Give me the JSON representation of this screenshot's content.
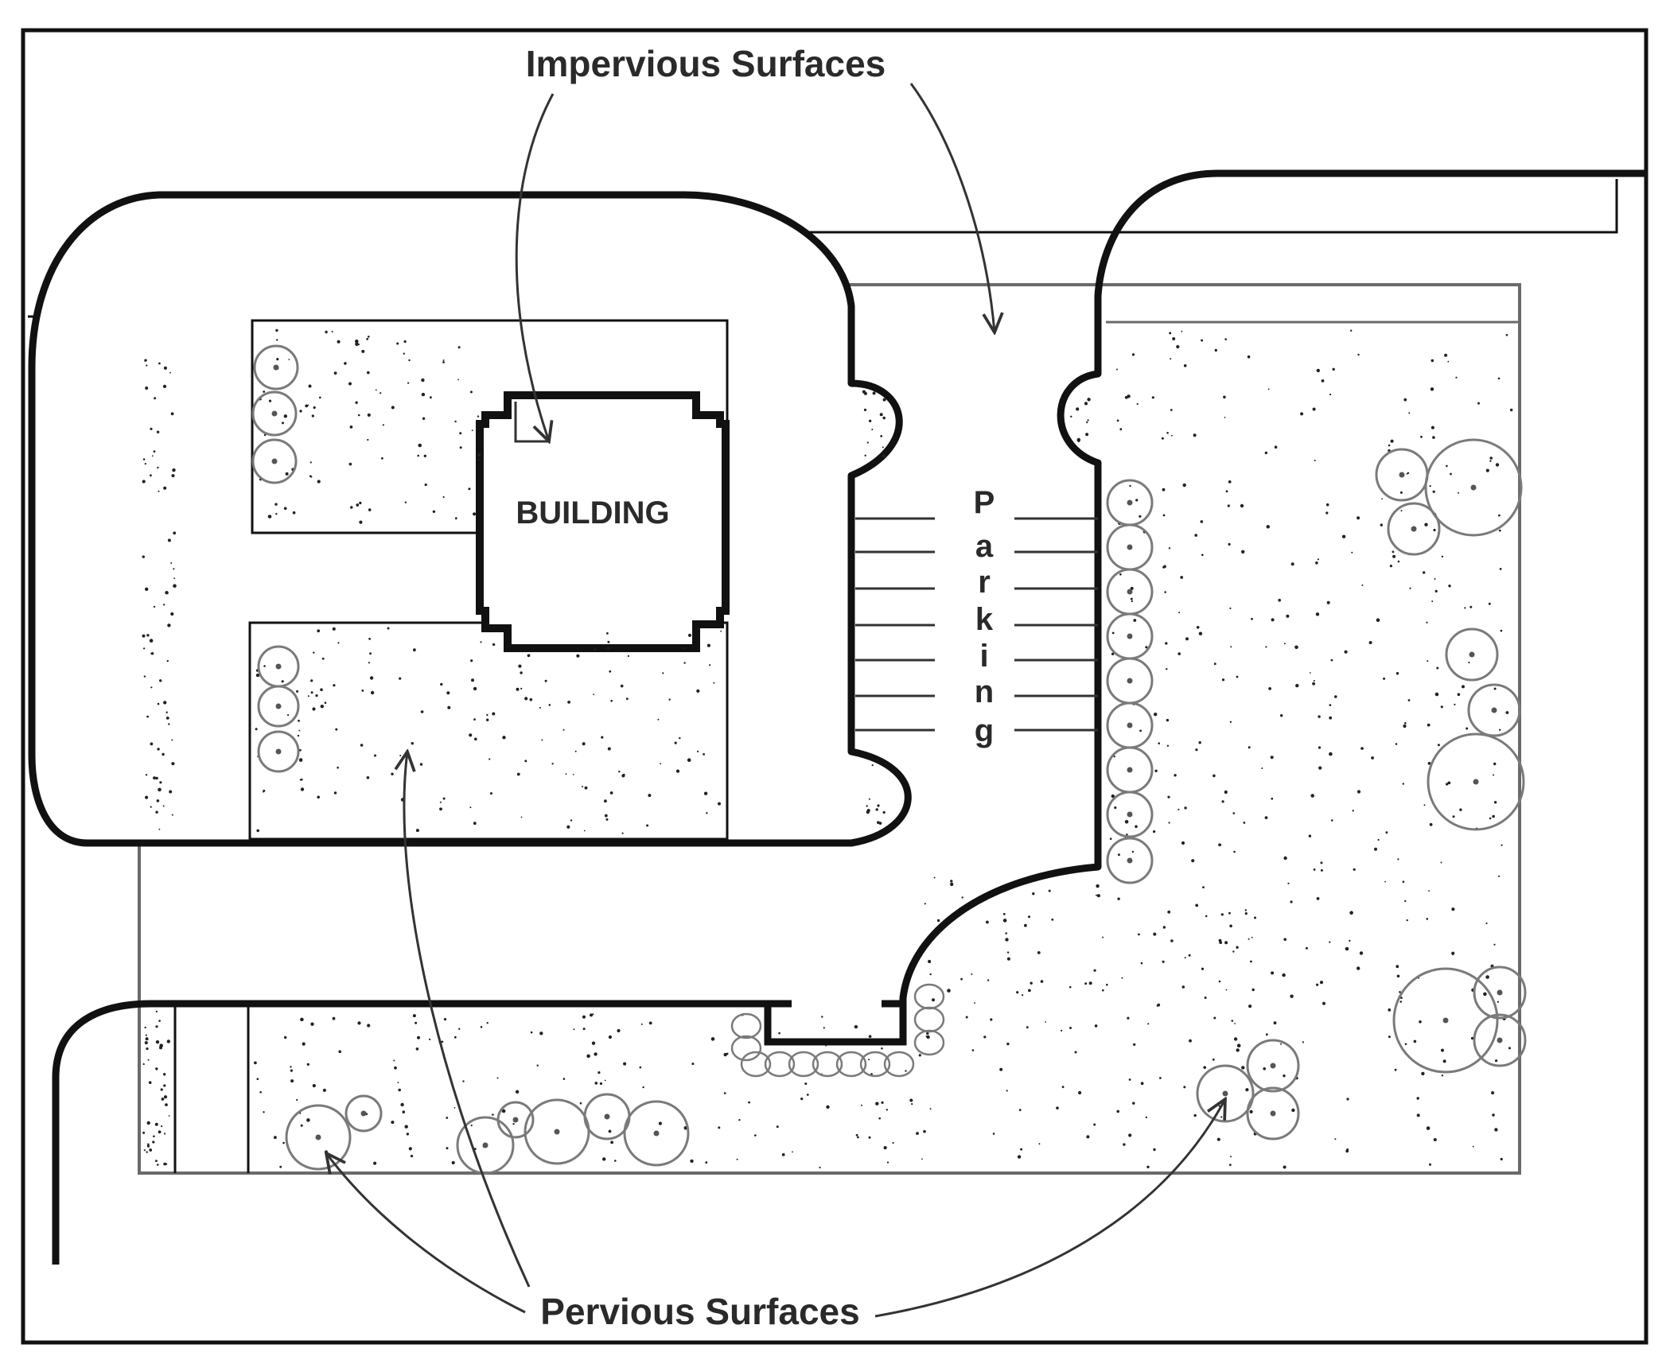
{
  "labels": {
    "impervious": "Impervious Surfaces",
    "pervious": "Pervious Surfaces",
    "building": "BUILDING",
    "parking_letters": [
      "P",
      "a",
      "r",
      "k",
      "i",
      "n",
      "g"
    ]
  },
  "colors": {
    "ink": "#111111",
    "gray": "#707070",
    "tree_stroke": "#7a7a7a",
    "text": "#2a2a2a",
    "background": "#ffffff"
  }
}
